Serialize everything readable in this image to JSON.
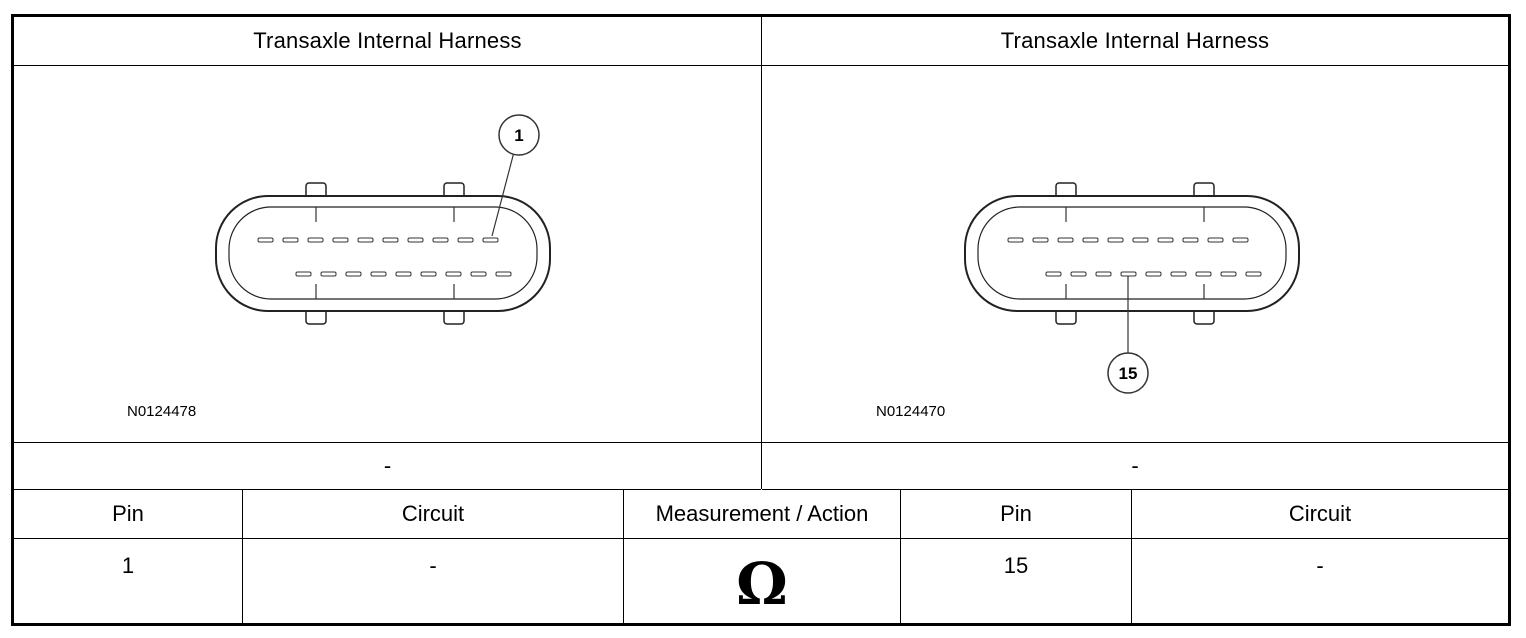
{
  "left_panel": {
    "header": "Transaxle Internal Harness",
    "callout_label": "1",
    "figure_code": "N0124478",
    "footer": "-"
  },
  "right_panel": {
    "header": "Transaxle Internal Harness",
    "callout_label": "15",
    "figure_code": "N0124470",
    "footer": "-"
  },
  "table": {
    "headers": [
      "Pin",
      "Circuit",
      "Measurement / Action",
      "Pin",
      "Circuit"
    ],
    "rows": [
      {
        "pin_a": "1",
        "circuit_a": "-",
        "measurement": "Ω",
        "pin_b": "15",
        "circuit_b": "-"
      }
    ]
  }
}
